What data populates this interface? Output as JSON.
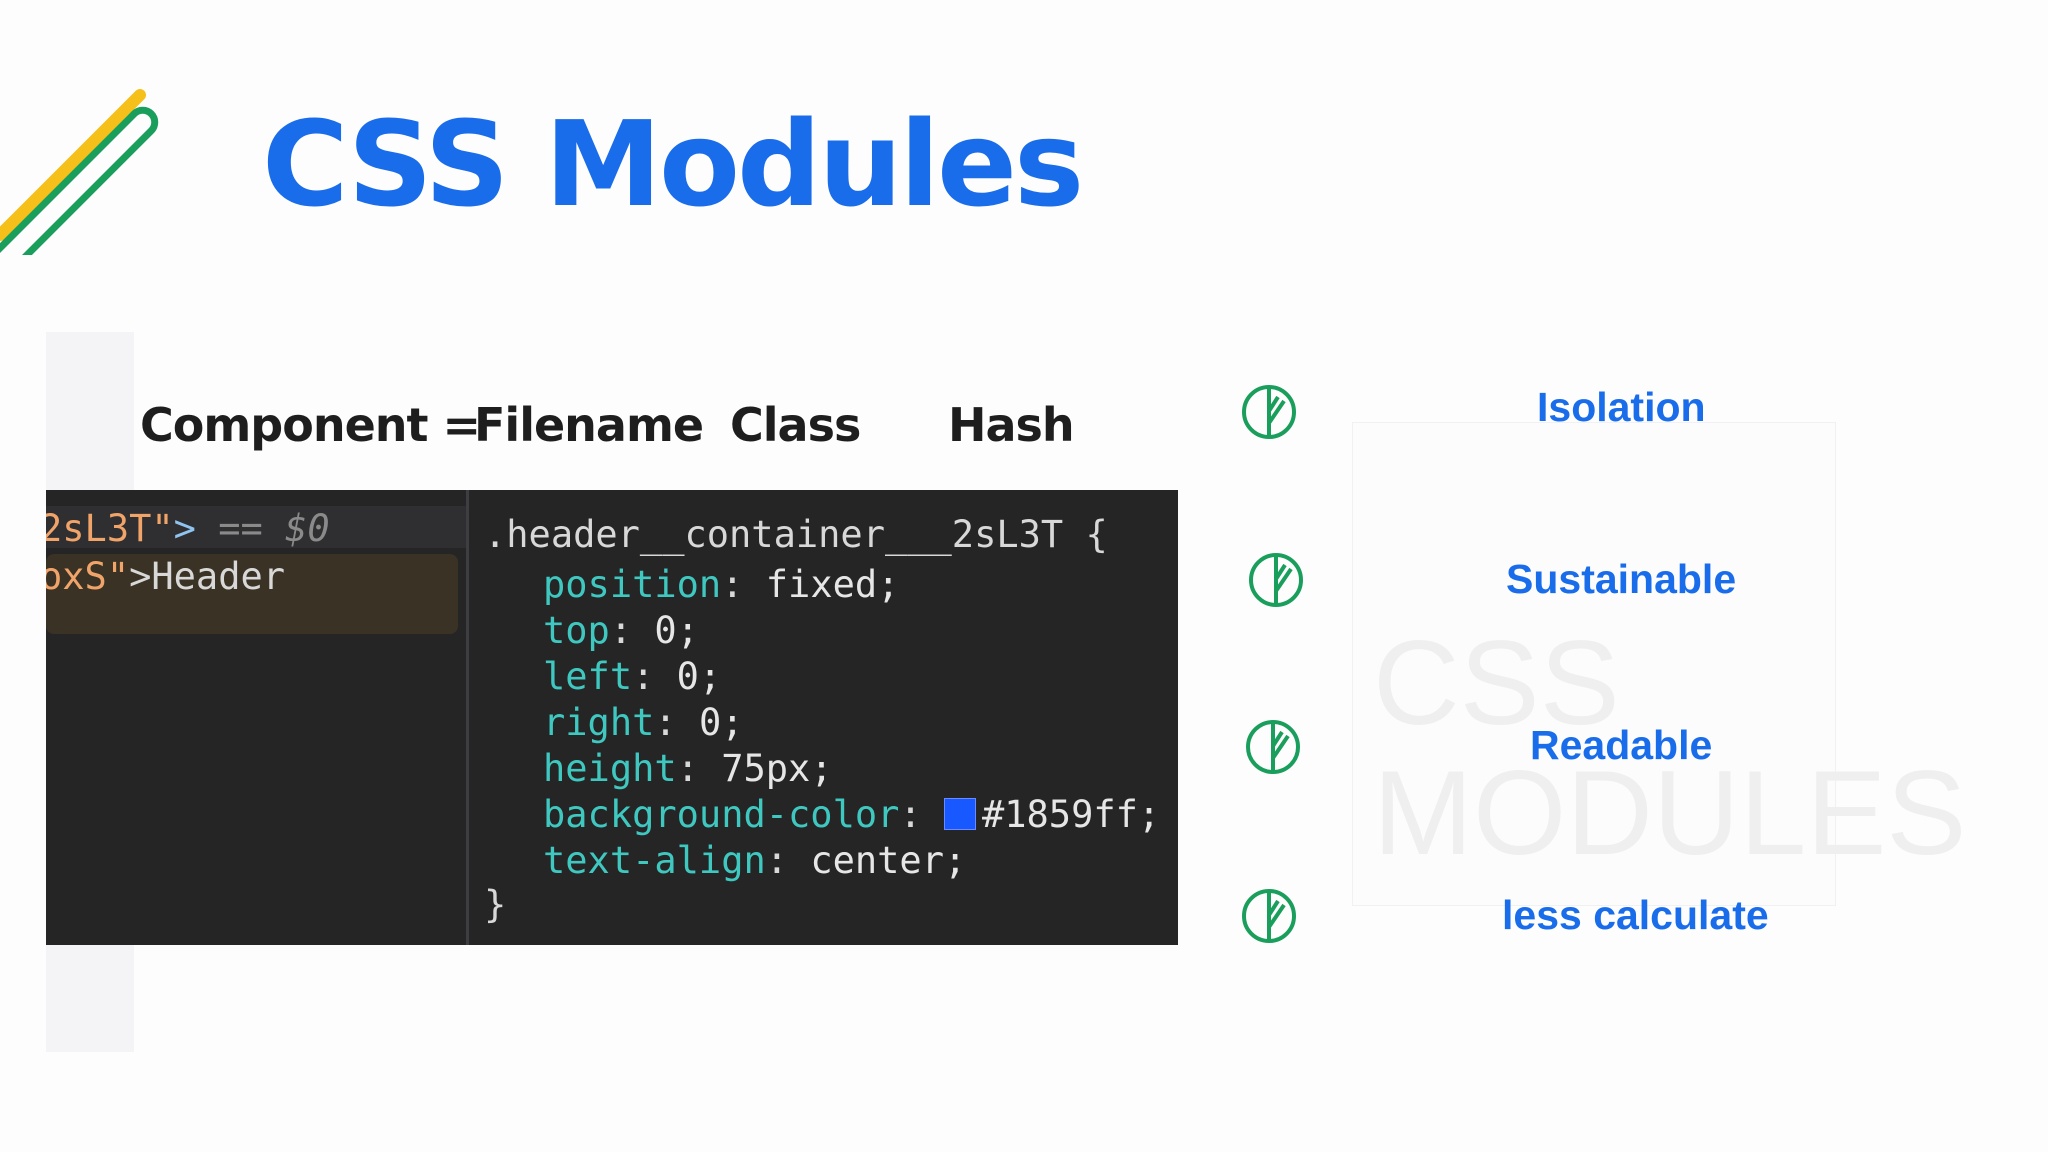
{
  "title": "CSS Modules",
  "diagram": {
    "component_label": "Component =",
    "filename_label": "Filename",
    "class_label": "Class",
    "hash_label": "Hash"
  },
  "code": {
    "dom_line1_value": "2sL3T\"",
    "dom_line1_close": ">",
    "dom_line1_cmp": " == $0",
    "dom_line2_value": "oxS\"",
    "dom_line2_rest": ">Header",
    "selector": ".header__container___2sL3T {",
    "declarations": [
      {
        "prop": "position",
        "value": " fixed;"
      },
      {
        "prop": "top",
        "value": " 0;"
      },
      {
        "prop": "left",
        "value": " 0;"
      },
      {
        "prop": "right",
        "value": " 0;"
      },
      {
        "prop": "height",
        "value": " 75px;"
      },
      {
        "prop": "background-color",
        "value": "#1859ff;"
      },
      {
        "prop": "text-align",
        "value": " center;"
      }
    ],
    "closing": "}",
    "swatch_color": "#1859ff"
  },
  "features": [
    {
      "label": "Isolation",
      "icon": "leaf-icon"
    },
    {
      "label": "Sustainable",
      "icon": "leaf-icon"
    },
    {
      "label": "Readable",
      "icon": "leaf-icon"
    },
    {
      "label": "less calculate",
      "icon": "leaf-icon"
    }
  ],
  "watermark": {
    "line1": "CSS",
    "line2": "MODULES"
  },
  "colors": {
    "accent_blue": "#1a6dea",
    "icon_green": "#1a9e5c",
    "deco_yellow": "#f5c01a",
    "deco_green": "#1a9e5c"
  }
}
